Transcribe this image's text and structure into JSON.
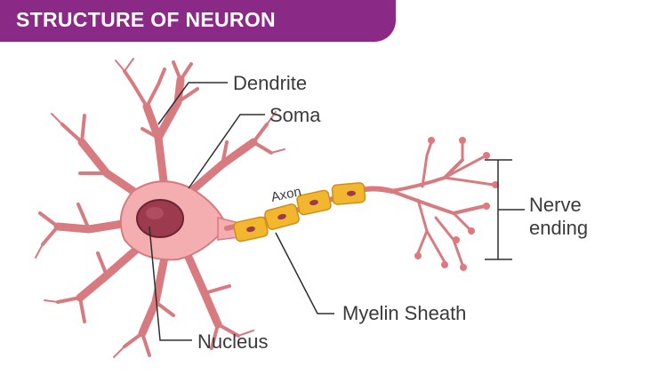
{
  "title": "STRUCTURE OF NEURON",
  "labels": {
    "dendrite": "Dendrite",
    "soma": "Soma",
    "axon": "Axon",
    "nerve_ending_line1": "Nerve",
    "nerve_ending_line2": "ending",
    "myelin_sheath": "Myelin Sheath",
    "nucleus": "Nucleus"
  },
  "colors": {
    "banner": "#8a2a86",
    "cell_body": "#f4aeb0",
    "cell_outline": "#d77b80",
    "nucleus": "#9c3a4e",
    "myelin": "#f2b72e",
    "myelin_outline": "#cf8f1a",
    "leader_line": "#2e2e2e"
  }
}
